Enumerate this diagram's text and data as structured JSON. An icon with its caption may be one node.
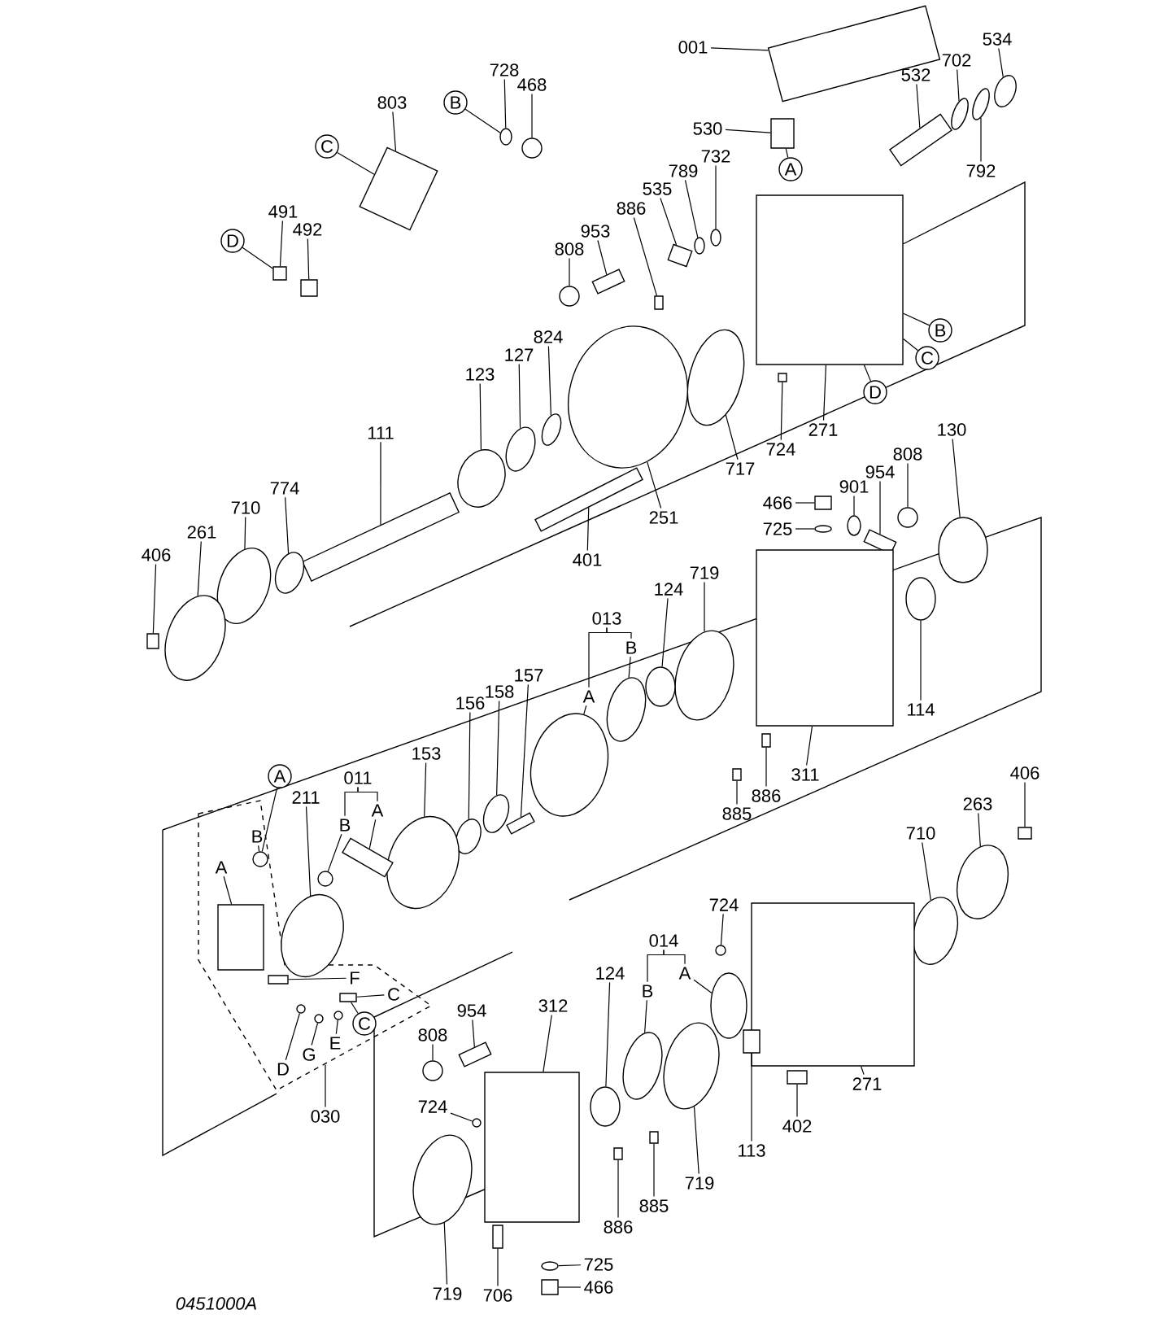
{
  "diagram": {
    "nodes": [
      {
        "text": [],
        "shape": "box"
      },
      {
        "text": [
          "001"
        ]
      },
      {
        "text": [
          "534"
        ]
      },
      {
        "text": [
          "702"
        ]
      },
      {
        "text": [
          "728"
        ]
      },
      {
        "text": [
          "532"
        ]
      },
      {
        "text": [
          "468"
        ]
      },
      {
        "text": [
          "803"
        ]
      },
      {
        "text": [
          "B"
        ]
      },
      {
        "text": [
          "530"
        ]
      },
      {
        "text": [
          "C"
        ]
      },
      {
        "text": [
          "792"
        ]
      },
      {
        "text": [
          "A"
        ]
      },
      {
        "text": [
          "732"
        ]
      },
      {
        "text": [
          "789"
        ]
      },
      {
        "text": [
          "535"
        ]
      },
      {
        "text": [
          "886"
        ]
      },
      {
        "text": [
          "491"
        ]
      },
      {
        "text": [
          "953"
        ]
      },
      {
        "text": [
          "492"
        ]
      },
      {
        "text": [
          "D"
        ]
      },
      {
        "text": [
          "808"
        ]
      },
      {
        "text": [
          "B"
        ]
      },
      {
        "text": [
          "824"
        ]
      },
      {
        "text": [
          "127"
        ]
      },
      {
        "text": [
          "C"
        ]
      },
      {
        "text": [
          "123"
        ]
      },
      {
        "text": [
          "D"
        ]
      },
      {
        "text": [
          "271"
        ]
      },
      {
        "text": [
          "111"
        ]
      },
      {
        "text": [
          "130"
        ]
      },
      {
        "text": [
          "724"
        ]
      },
      {
        "text": [
          "808"
        ]
      },
      {
        "text": [
          "717"
        ]
      },
      {
        "text": [
          "954"
        ]
      },
      {
        "text": [
          "901"
        ]
      },
      {
        "text": [
          "774"
        ]
      },
      {
        "text": [
          "466"
        ]
      },
      {
        "text": [
          "710"
        ]
      },
      {
        "text": [
          "251"
        ]
      },
      {
        "text": [
          "725"
        ]
      },
      {
        "text": [
          "261"
        ]
      },
      {
        "text": [
          "406"
        ]
      },
      {
        "text": [
          "401"
        ]
      },
      {
        "text": [
          "719"
        ]
      },
      {
        "text": [
          "124"
        ]
      },
      {
        "text": [
          "013"
        ]
      },
      {
        "text": [
          "A"
        ]
      },
      {
        "text": [
          "B"
        ]
      },
      {
        "text": [
          "157"
        ]
      },
      {
        "text": [
          "158"
        ]
      },
      {
        "text": [
          "156"
        ]
      },
      {
        "text": [
          "114"
        ]
      },
      {
        "text": [
          "153"
        ]
      },
      {
        "text": [
          "406"
        ]
      },
      {
        "text": [
          "311"
        ]
      },
      {
        "text": [
          "A"
        ]
      },
      {
        "text": [
          "011"
        ]
      },
      {
        "text": [
          "B"
        ]
      },
      {
        "text": [
          "A"
        ]
      },
      {
        "text": [
          "886"
        ]
      },
      {
        "text": [
          "211"
        ]
      },
      {
        "text": [
          "263"
        ]
      },
      {
        "text": [
          "885"
        ]
      },
      {
        "text": [
          "710"
        ]
      },
      {
        "text": [
          "B"
        ],
        "in": 0
      },
      {
        "text": [
          "A"
        ],
        "in": 0
      },
      {
        "text": [
          "724"
        ]
      },
      {
        "text": [
          "014"
        ]
      },
      {
        "text": [
          "124"
        ]
      },
      {
        "text": [
          "B"
        ]
      },
      {
        "text": [
          "A"
        ]
      },
      {
        "text": [
          "F"
        ],
        "in": 0
      },
      {
        "text": [
          "C"
        ],
        "in": 0
      },
      {
        "text": [
          "312"
        ]
      },
      {
        "text": [
          "954"
        ]
      },
      {
        "text": [
          "C"
        ],
        "in": 0
      },
      {
        "text": [
          "808"
        ]
      },
      {
        "text": [
          "E"
        ],
        "in": 0
      },
      {
        "text": [
          "G"
        ],
        "in": 0
      },
      {
        "text": [
          "D"
        ],
        "in": 0
      },
      {
        "text": [
          "271"
        ]
      },
      {
        "text": [
          "724"
        ]
      },
      {
        "text": [
          "030"
        ]
      },
      {
        "text": [
          "402"
        ]
      },
      {
        "text": [
          "113"
        ]
      },
      {
        "text": [
          "719"
        ]
      },
      {
        "text": [
          "885"
        ]
      },
      {
        "text": [
          "886"
        ]
      },
      {
        "text": [
          "725"
        ]
      },
      {
        "text": [
          "466"
        ]
      },
      {
        "text": [
          "719"
        ]
      },
      {
        "text": [
          "706"
        ]
      },
      {
        "text": [],
        "shape": "box"
      },
      {
        "text": [],
        "shape": "circle"
      },
      {
        "text": [],
        "shape": "circle"
      },
      {
        "text": [],
        "shape": "circle"
      },
      {
        "text": [],
        "shape": "box"
      },
      {
        "text": [],
        "shape": "circle"
      },
      {
        "text": [],
        "shape": "box"
      },
      {
        "text": [],
        "shape": "box"
      },
      {
        "text": [],
        "shape": "circle"
      },
      {
        "text": [],
        "shape": "circle"
      },
      {
        "text": [],
        "shape": "circle"
      },
      {
        "text": [],
        "shape": "box"
      },
      {
        "text": [],
        "shape": "box"
      },
      {
        "text": [],
        "shape": "box"
      },
      {
        "text": [],
        "shape": "box"
      },
      {
        "text": [],
        "shape": "box"
      },
      {
        "text": [],
        "shape": "circle"
      },
      {
        "text": [],
        "shape": "circle"
      },
      {
        "text": [],
        "shape": "circle"
      },
      {
        "text": [],
        "shape": "circle"
      },
      {
        "text": [],
        "shape": "box"
      },
      {
        "text": [],
        "shape": "box"
      },
      {
        "text": [],
        "shape": "circle"
      },
      {
        "text": [],
        "shape": "box"
      },
      {
        "text": [],
        "shape": "circle"
      },
      {
        "text": [],
        "shape": "circle"
      },
      {
        "text": [],
        "shape": "box"
      },
      {
        "text": [],
        "shape": "circle"
      },
      {
        "text": [],
        "shape": "circle"
      },
      {
        "text": [],
        "shape": "box"
      },
      {
        "text": [],
        "shape": "circle"
      },
      {
        "text": [],
        "shape": "circle"
      },
      {
        "text": [],
        "shape": "circle"
      },
      {
        "text": [],
        "shape": "circle"
      },
      {
        "text": [],
        "shape": "box"
      },
      {
        "text": [],
        "shape": "box"
      },
      {
        "text": [],
        "shape": "circle"
      },
      {
        "text": [],
        "shape": "circle"
      },
      {
        "text": [],
        "shape": "circle"
      },
      {
        "text": [],
        "shape": "circle"
      },
      {
        "text": [],
        "shape": "box"
      },
      {
        "text": [],
        "shape": "circle"
      },
      {
        "text": [],
        "shape": "circle"
      },
      {
        "text": [],
        "shape": "circle"
      },
      {
        "text": [],
        "shape": "circle"
      },
      {
        "text": [],
        "shape": "box"
      },
      {
        "text": [],
        "shape": "box"
      },
      {
        "text": [],
        "shape": "circle"
      },
      {
        "text": [],
        "shape": "box"
      },
      {
        "text": [],
        "shape": "box"
      },
      {
        "text": [],
        "shape": "circle"
      },
      {
        "text": [],
        "shape": "circle"
      },
      {
        "text": [],
        "shape": "box"
      },
      {
        "text": [],
        "shape": "circle"
      },
      {
        "text": [],
        "shape": "circle",
        "in": 0
      },
      {
        "text": [],
        "shape": "box",
        "in": 0
      },
      {
        "text": [],
        "shape": "circle"
      },
      {
        "text": [],
        "shape": "circle"
      },
      {
        "text": [],
        "shape": "circle"
      },
      {
        "text": [],
        "shape": "circle"
      },
      {
        "text": [],
        "shape": "box",
        "in": 0
      },
      {
        "text": [],
        "shape": "box",
        "in": 0
      },
      {
        "text": [],
        "shape": "box"
      },
      {
        "text": [],
        "shape": "box"
      },
      {
        "text": [],
        "shape": "circle"
      },
      {
        "text": [],
        "shape": "circle",
        "in": 0
      },
      {
        "text": [],
        "shape": "circle",
        "in": 0
      },
      {
        "text": [],
        "shape": "circle",
        "in": 0
      },
      {
        "text": [],
        "shape": "box"
      },
      {
        "text": [],
        "shape": "circle"
      },
      {
        "text": [],
        "shape": "box"
      },
      {
        "text": [],
        "shape": "box"
      },
      {
        "text": [],
        "shape": "circle"
      },
      {
        "text": [],
        "shape": "box"
      },
      {
        "text": [],
        "shape": "box"
      },
      {
        "text": [],
        "shape": "circle"
      },
      {
        "text": [],
        "shape": "box"
      },
      {
        "text": [],
        "shape": "circle"
      },
      {
        "text": [],
        "shape": "box"
      }
    ],
    "edges": [
      {
        "from": 1,
        "to": 93,
        "arrow": "none"
      },
      {
        "from": 2,
        "to": 94,
        "arrow": "none"
      },
      {
        "from": 3,
        "to": 95,
        "arrow": "none"
      },
      {
        "from": 4,
        "to": 96,
        "arrow": "none"
      },
      {
        "from": 5,
        "to": 97,
        "arrow": "none"
      },
      {
        "from": 6,
        "to": 98,
        "arrow": "none"
      },
      {
        "from": 7,
        "to": 99,
        "arrow": "none"
      },
      {
        "from": 8,
        "to": 96,
        "arrow": "none"
      },
      {
        "from": 9,
        "to": 100,
        "arrow": "none"
      },
      {
        "from": 10,
        "to": 99,
        "arrow": "none"
      },
      {
        "from": 11,
        "to": 101,
        "arrow": "none"
      },
      {
        "from": 12,
        "to": 100,
        "arrow": "none"
      },
      {
        "from": 13,
        "to": 102,
        "arrow": "none"
      },
      {
        "from": 14,
        "to": 103,
        "arrow": "none"
      },
      {
        "from": 15,
        "to": 104,
        "arrow": "none"
      },
      {
        "from": 16,
        "to": 105,
        "arrow": "none"
      },
      {
        "from": 17,
        "to": 106,
        "arrow": "none"
      },
      {
        "from": 18,
        "to": 107,
        "arrow": "none"
      },
      {
        "from": 19,
        "to": 108,
        "arrow": "none"
      },
      {
        "from": 20,
        "to": 106,
        "arrow": "none"
      },
      {
        "from": 21,
        "to": 109,
        "arrow": "none"
      },
      {
        "from": 22,
        "to": 113,
        "arrow": "none"
      },
      {
        "from": 23,
        "to": 110,
        "arrow": "none"
      },
      {
        "from": 24,
        "to": 111,
        "arrow": "none"
      },
      {
        "from": 25,
        "to": 113,
        "arrow": "none"
      },
      {
        "from": 26,
        "to": 112,
        "arrow": "none"
      },
      {
        "from": 27,
        "to": 113,
        "arrow": "none"
      },
      {
        "from": 28,
        "to": 113,
        "arrow": "none"
      },
      {
        "from": 29,
        "to": 114,
        "arrow": "none"
      },
      {
        "from": 30,
        "to": 115,
        "arrow": "none"
      },
      {
        "from": 31,
        "to": 116,
        "arrow": "none"
      },
      {
        "from": 32,
        "to": 117,
        "arrow": "none"
      },
      {
        "from": 33,
        "to": 118,
        "arrow": "none"
      },
      {
        "from": 34,
        "to": 119,
        "arrow": "none"
      },
      {
        "from": 35,
        "to": 120,
        "arrow": "none"
      },
      {
        "from": 36,
        "to": 121,
        "arrow": "none"
      },
      {
        "from": 37,
        "to": 122,
        "arrow": "none"
      },
      {
        "from": 38,
        "to": 123,
        "arrow": "none"
      },
      {
        "from": 39,
        "to": 124,
        "arrow": "none"
      },
      {
        "from": 40,
        "to": 125,
        "arrow": "none"
      },
      {
        "from": 41,
        "to": 126,
        "arrow": "none"
      },
      {
        "from": 42,
        "to": 127,
        "arrow": "none"
      },
      {
        "from": 43,
        "to": 128,
        "arrow": "none"
      },
      {
        "from": 44,
        "to": 129,
        "arrow": "none"
      },
      {
        "from": 45,
        "to": 130,
        "arrow": "none"
      },
      {
        "from": 46,
        "to": 47,
        "arrow": "none"
      },
      {
        "from": 46,
        "to": 48,
        "arrow": "none"
      },
      {
        "from": 47,
        "to": 131,
        "arrow": "none"
      },
      {
        "from": 48,
        "to": 132,
        "arrow": "none"
      },
      {
        "from": 49,
        "to": 133,
        "arrow": "none"
      },
      {
        "from": 50,
        "to": 134,
        "arrow": "none"
      },
      {
        "from": 51,
        "to": 135,
        "arrow": "none"
      },
      {
        "from": 52,
        "to": 136,
        "arrow": "none"
      },
      {
        "from": 53,
        "to": 137,
        "arrow": "none"
      },
      {
        "from": 54,
        "to": 138,
        "arrow": "none"
      },
      {
        "from": 55,
        "to": 139,
        "arrow": "none"
      },
      {
        "from": 56,
        "to": 147,
        "arrow": "none"
      },
      {
        "from": 57,
        "to": 58,
        "arrow": "none"
      },
      {
        "from": 57,
        "to": 59,
        "arrow": "none"
      },
      {
        "from": 58,
        "to": 140,
        "arrow": "none"
      },
      {
        "from": 59,
        "to": 141,
        "arrow": "none"
      },
      {
        "from": 60,
        "to": 142,
        "arrow": "none"
      },
      {
        "from": 61,
        "to": 143,
        "arrow": "none"
      },
      {
        "from": 62,
        "to": 144,
        "arrow": "none"
      },
      {
        "from": 63,
        "to": 145,
        "arrow": "none"
      },
      {
        "from": 64,
        "to": 146,
        "arrow": "none"
      },
      {
        "from": 65,
        "to": 147,
        "arrow": "none"
      },
      {
        "from": 66,
        "to": 148,
        "arrow": "none"
      },
      {
        "from": 67,
        "to": 149,
        "arrow": "none"
      },
      {
        "from": 68,
        "to": 70,
        "arrow": "none"
      },
      {
        "from": 68,
        "to": 71,
        "arrow": "none"
      },
      {
        "from": 69,
        "to": 150,
        "arrow": "none"
      },
      {
        "from": 70,
        "to": 151,
        "arrow": "none"
      },
      {
        "from": 71,
        "to": 152,
        "arrow": "none"
      },
      {
        "from": 72,
        "to": 153,
        "arrow": "none"
      },
      {
        "from": 73,
        "to": 154,
        "arrow": "none"
      },
      {
        "from": 74,
        "to": 155,
        "arrow": "none"
      },
      {
        "from": 75,
        "to": 156,
        "arrow": "none"
      },
      {
        "from": 76,
        "to": 154,
        "arrow": "none"
      },
      {
        "from": 77,
        "to": 157,
        "arrow": "none"
      },
      {
        "from": 78,
        "to": 158,
        "arrow": "none"
      },
      {
        "from": 79,
        "to": 159,
        "arrow": "none"
      },
      {
        "from": 80,
        "to": 160,
        "arrow": "none"
      },
      {
        "from": 81,
        "to": 161,
        "arrow": "none"
      },
      {
        "from": 82,
        "to": 162,
        "arrow": "none"
      },
      {
        "from": 83,
        "to": 0,
        "arrow": "none"
      },
      {
        "from": 84,
        "to": 163,
        "arrow": "none"
      },
      {
        "from": 85,
        "to": 164,
        "arrow": "none"
      },
      {
        "from": 86,
        "to": 165,
        "arrow": "none"
      },
      {
        "from": 87,
        "to": 166,
        "arrow": "none"
      },
      {
        "from": 88,
        "to": 167,
        "arrow": "none"
      },
      {
        "from": 89,
        "to": 168,
        "arrow": "none"
      },
      {
        "from": 90,
        "to": 169,
        "arrow": "none"
      },
      {
        "from": 91,
        "to": 170,
        "arrow": "none"
      },
      {
        "from": 92,
        "to": 171,
        "arrow": "none"
      }
    ],
    "labels": [
      "0451000A"
    ]
  }
}
